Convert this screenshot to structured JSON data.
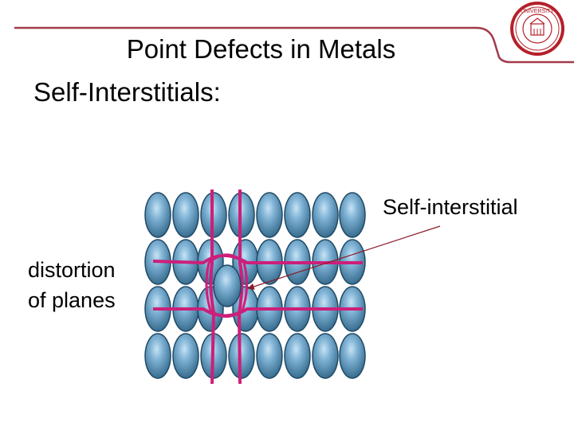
{
  "slide": {
    "title": "Point Defects in Metals",
    "subtitle": "Self-Interstitials:",
    "labels": {
      "interstitial": "Self-interstitial",
      "distortion_line1": "distortion",
      "distortion_line2": "of planes"
    },
    "logo": {
      "icon": "university-seal-icon",
      "text": "UNIVERSITY"
    }
  },
  "colors": {
    "header_line": "#a33a4a",
    "atom_fill_dark": "#2f6487",
    "atom_fill_light": "#a9d0ea",
    "atom_stroke": "#1f4a66",
    "plane_line": "#cc1f7a",
    "pointer_line": "#8b1a2a",
    "seal_red": "#b5202a"
  }
}
